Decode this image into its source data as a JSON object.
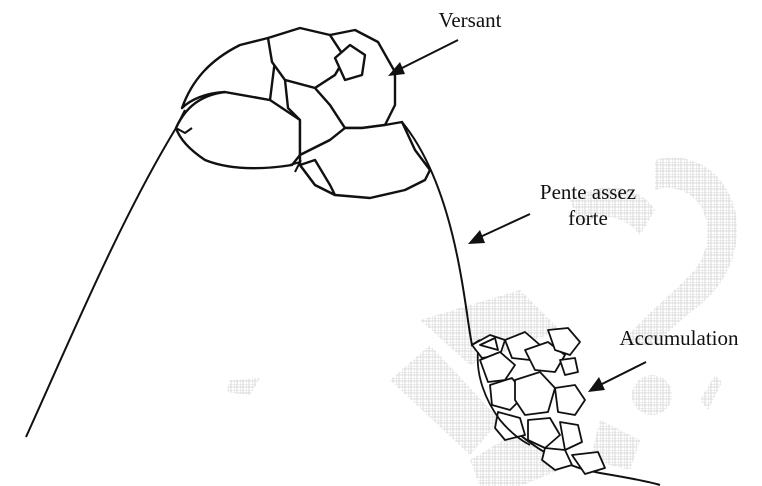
{
  "labels": {
    "versant": "Versant",
    "pente_line1": "Pente assez",
    "pente_line2": "forte",
    "accumulation": "Accumulation"
  },
  "colors": {
    "ink": "#111111",
    "background": "#ffffff",
    "watermark": "#bdbdbd"
  }
}
